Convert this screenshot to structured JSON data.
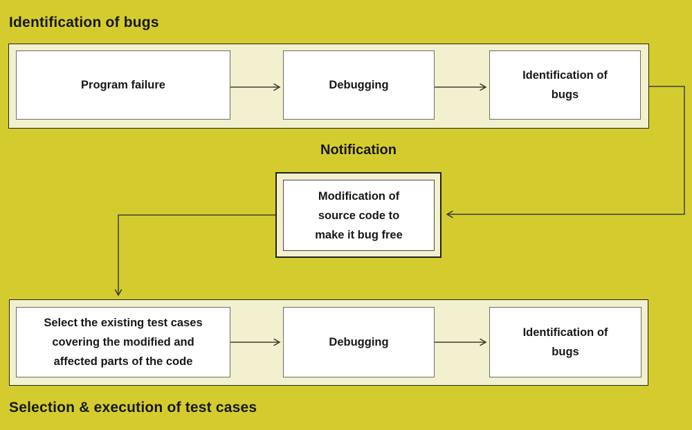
{
  "colors": {
    "background": "#d4cc2e",
    "band": "#f2f0ce",
    "box": "#ffffff",
    "border_dark": "#22221a",
    "box_border": "#6b6b62",
    "inner_border": "#4a4a42",
    "line": "#3c3c30",
    "text": "#17171a"
  },
  "labels": {
    "top": "Identification of bugs",
    "middle": "Notification",
    "bottom": "Selection & execution of test cases"
  },
  "flow_top": {
    "boxes": [
      {
        "lines": [
          "Program failure"
        ]
      },
      {
        "lines": [
          "Debugging"
        ]
      },
      {
        "lines": [
          "Identification of",
          "bugs"
        ]
      }
    ]
  },
  "modification_box": {
    "lines": [
      "Modification of",
      "source code to",
      "make it bug free"
    ]
  },
  "flow_bottom": {
    "boxes": [
      {
        "lines": [
          "Select the existing test cases",
          "covering the modified and",
          "affected parts of the code"
        ]
      },
      {
        "lines": [
          "Debugging"
        ]
      },
      {
        "lines": [
          "Identification of",
          "bugs"
        ]
      }
    ]
  }
}
